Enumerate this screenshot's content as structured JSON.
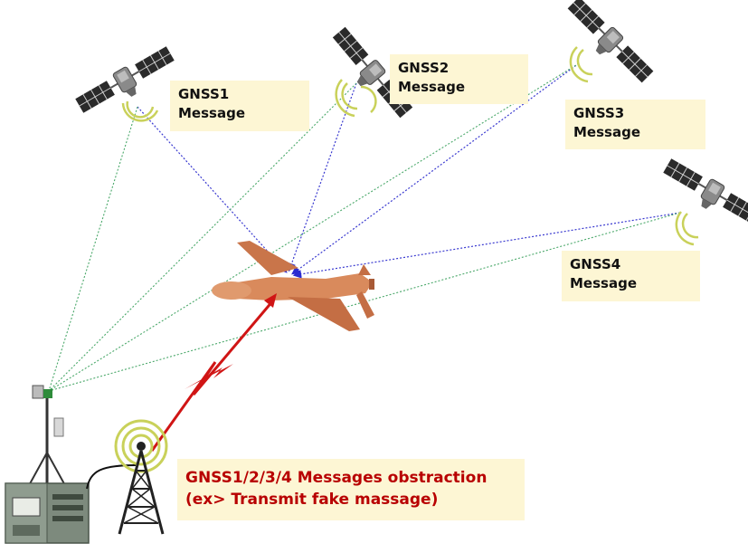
{
  "satellites": [
    {
      "id": "gnss1",
      "label": "GNSS1",
      "sublabel": "Message"
    },
    {
      "id": "gnss2",
      "label": "GNSS2",
      "sublabel": "Message"
    },
    {
      "id": "gnss3",
      "label": "GNSS3",
      "sublabel": "Message"
    },
    {
      "id": "gnss4",
      "label": "GNSS4",
      "sublabel": "Message"
    }
  ],
  "attack": {
    "line1": "GNSS1/2/3/4 Messages obstraction",
    "line2": "(ex> Transmit fake massage)"
  },
  "icons": [
    "satellite-icon",
    "drone-icon",
    "jammer-tower-icon",
    "receiver-antenna-icon",
    "equipment-rack-icon",
    "lightning-bolt-icon"
  ],
  "colors": {
    "gnss_to_drone": "#3a3ad0",
    "gnss_to_receiver": "#4aa86a",
    "attack_signal": "#d01515",
    "attack_text": "#b80000",
    "label_bg": "#fdf6d4",
    "signal_rings": "#c9d15a",
    "drone_body": "#d98a5c"
  }
}
